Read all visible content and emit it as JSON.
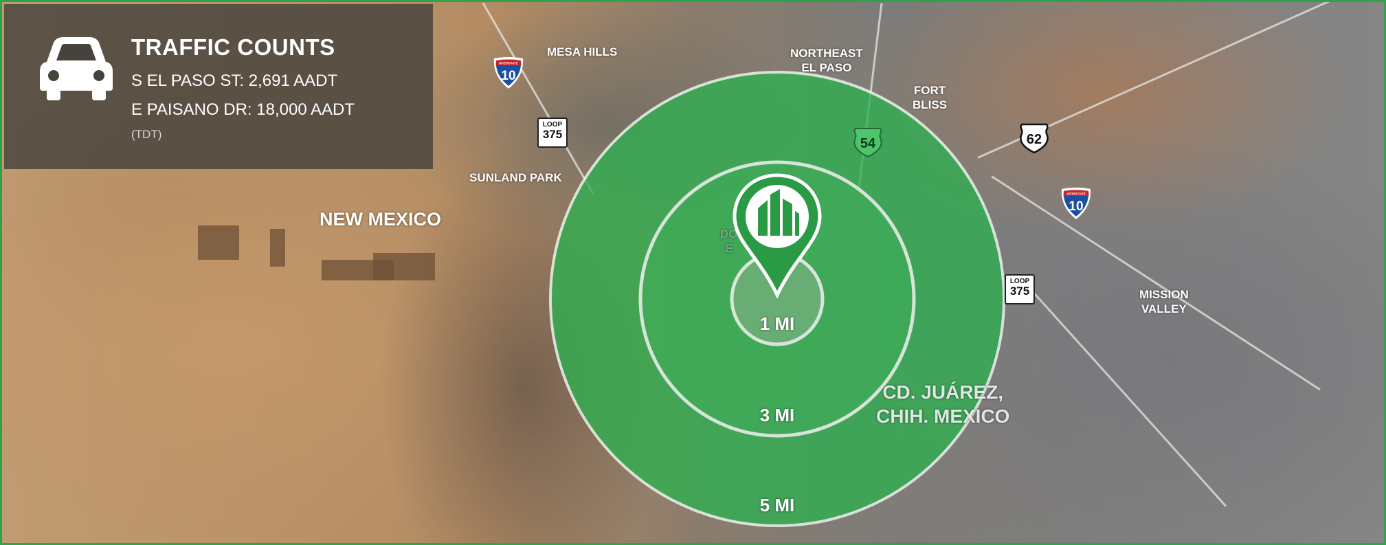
{
  "info_panel": {
    "title": "TRAFFIC COUNTS",
    "line1": "S EL PASO ST: 2,691 AADT",
    "line2": "E PAISANO DR: 18,000 AADT",
    "note": "(TDT)",
    "icon": "car-icon"
  },
  "places": {
    "mesa_hills": "MESA HILLS",
    "northeast_el_paso": [
      "NORTHEAST",
      "EL PASO"
    ],
    "fort_bliss": [
      "FORT",
      "BLISS"
    ],
    "sunland_park": "SUNLAND PARK",
    "new_mexico": "NEW MEXICO",
    "mission_valley": [
      "MISSION",
      "VALLEY"
    ],
    "juarez": [
      "CD. JUÁREZ,",
      "CHIH. MEXICO"
    ],
    "downtown_partial": [
      "DO",
      "E"
    ]
  },
  "rings": [
    {
      "label": "1 MI",
      "radius_mi": 1
    },
    {
      "label": "3 MI",
      "radius_mi": 3
    },
    {
      "label": "5 MI",
      "radius_mi": 5
    }
  ],
  "shields": {
    "interstate_top": "INTERSTATE",
    "interstate_num": "10",
    "loop_top": "LOOP",
    "loop_num": "375",
    "us54": "54",
    "us62": "62"
  },
  "colors": {
    "ring_fill": "#2eb050",
    "panel_bg": "#46423c",
    "border": "#2fa24c",
    "pin": "#2a9a45"
  }
}
